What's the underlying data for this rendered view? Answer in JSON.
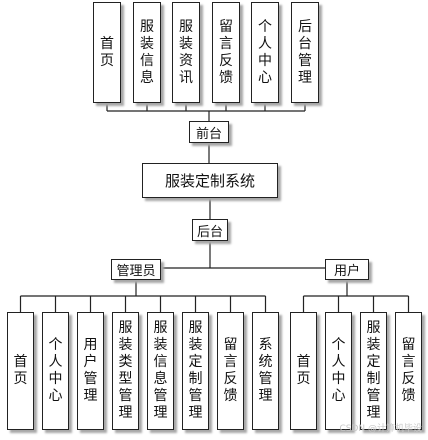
{
  "diagram": {
    "root": "服装定制系统",
    "front_label": "前台",
    "back_label": "后台",
    "front_modules": [
      "首页",
      "服装信息",
      "服装资讯",
      "留言反馈",
      "个人中心",
      "后台管理"
    ],
    "admin_label": "管理员",
    "admin_modules": [
      "首页",
      "个人中心",
      "用户管理",
      "服装类型管理",
      "服装信息管理",
      "服装定制管理",
      "留言反馈",
      "系统管理"
    ],
    "user_label": "用户",
    "user_modules": [
      "首页",
      "个人中心",
      "服装定制管理",
      "留言反馈"
    ]
  },
  "watermark": "CSDN @计算机毕设"
}
